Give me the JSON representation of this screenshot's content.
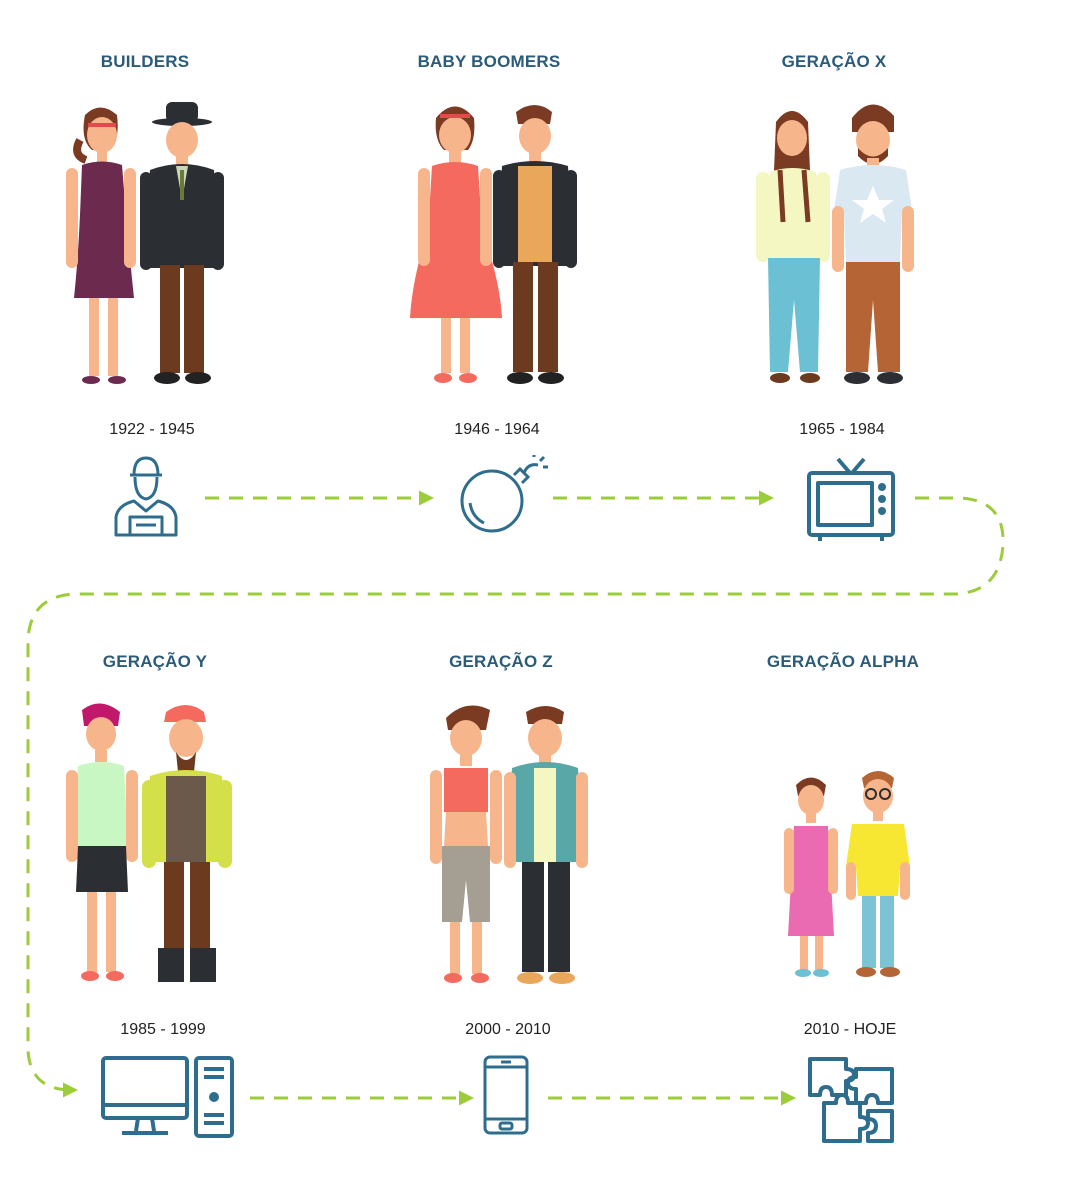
{
  "colors": {
    "title": "#2c5b7a",
    "text": "#222222",
    "icon": "#2f6d8e",
    "connector": "#9ccc3a"
  },
  "generations": [
    {
      "title": "BUILDERS",
      "years": "1922 - 1945",
      "icon": "worker-icon"
    },
    {
      "title": "BABY BOOMERS",
      "years": "1946 - 1964",
      "icon": "bomb-icon"
    },
    {
      "title": "GERAÇÃO X",
      "years": "1965 - 1984",
      "icon": "tv-icon"
    },
    {
      "title": "GERAÇÃO Y",
      "years": "1985 - 1999",
      "icon": "desktop-computer-icon"
    },
    {
      "title": "GERAÇÃO Z",
      "years": "2000 - 2010",
      "icon": "smartphone-icon"
    },
    {
      "title": "GERAÇÃO ALPHA",
      "years": "2010 - HOJE",
      "icon": "puzzle-icon"
    }
  ]
}
